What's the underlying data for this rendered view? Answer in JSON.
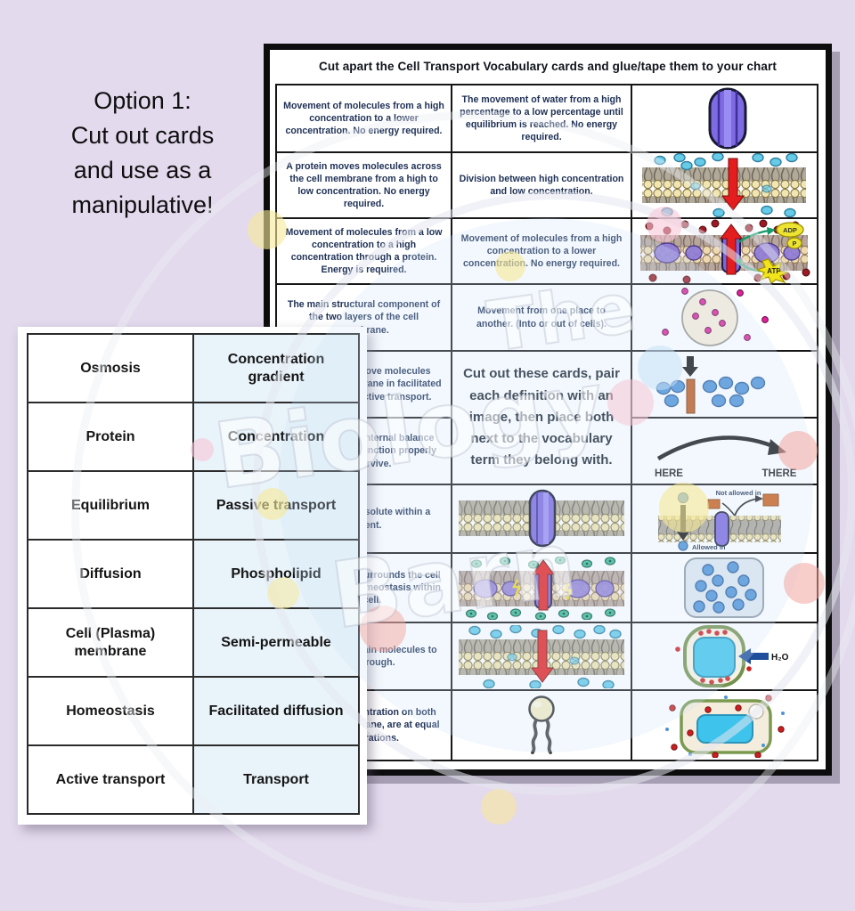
{
  "option_note": {
    "lines": [
      "Option 1:",
      "Cut out cards",
      "and use as a",
      "manipulative!"
    ]
  },
  "sheet": {
    "title": "Cut apart the Cell Transport Vocabulary cards and glue/tape them to your chart",
    "center_note": "Cut out these cards, pair each definition with an image, then place both next to the vocabulary term they belong with.",
    "rows": [
      {
        "left": "Movement of molecules from a high concentration to a lower concentration.  No energy required.",
        "middle": "The movement of water from a high percentage to a low percentage until equilibrium is reached.  No energy required.",
        "right_image": "protein-channel"
      },
      {
        "left": "A protein moves molecules across the cell membrane from a high to low concentration. No energy required.",
        "middle": "Division between high concentration and low concentration.",
        "right_image": "membrane-diffusion-down"
      },
      {
        "left": "Movement of molecules from a low concentration to a high concentration through a protein. Energy is required.",
        "middle": "Movement of molecules from a high concentration to a lower concentration.  No energy required.",
        "right_image": "active-transport-atp"
      },
      {
        "left": "The main structural component of the two layers of the cell membrane.",
        "middle": "Movement from one place to another.  (Into or out of cells).",
        "right_image": "cell-with-particles"
      },
      {
        "left": "Proteins that move molecules across the membrane in facilitated diffusion and active transport.",
        "middle": "(center note spans rows 5-6)",
        "right_image": "concentration-bar"
      },
      {
        "left": "Maintaining an internal balance inside a cell to function properly and survive.",
        "middle": "(center note spans rows 5-6)",
        "right_image": "here-there-arrow"
      },
      {
        "left": "The amount of solute within a solvent.",
        "middle_image": "membrane-with-channel",
        "right_image": "semi-permeable"
      },
      {
        "left": "The barrier that surrounds the cell that maintains homeostasis within the cell.",
        "middle_image": "membrane-pump-up",
        "right_image": "solution-box"
      },
      {
        "left": "Allows only certain molecules to pass through.",
        "middle_image": "membrane-diffusion-down",
        "right_image": "osmosis-cell"
      },
      {
        "left": "When the concentration on both sides of a membrane, are at equal concentrations.",
        "middle_image": "phospholipid",
        "right_image": "plant-cell"
      }
    ]
  },
  "image_labels": {
    "here": "HERE",
    "there": "THERE",
    "h2o": "H₂O",
    "atp": "ATP",
    "adp": "ADP",
    "p": "P",
    "not_allowed": "Not allowed in",
    "allowed": "Allowed in"
  },
  "vocab_card": {
    "rows": [
      {
        "term": "Osmosis",
        "match": "Concentration gradient"
      },
      {
        "term": "Protein",
        "match": "Concentration"
      },
      {
        "term": "Equilibrium",
        "match": "Passive transport"
      },
      {
        "term": "Diffusion",
        "match": "Phospholipid"
      },
      {
        "term": "Cell (Plasma) membrane",
        "match": "Semi-permeable"
      },
      {
        "term": "Homeostasis",
        "match": "Facilitated diffusion"
      },
      {
        "term": "Active transport",
        "match": "Transport"
      }
    ]
  },
  "watermark": {
    "words": [
      "The",
      "Biology",
      "Barn"
    ]
  },
  "colors": {
    "background_lavender": "#e4daee",
    "sheet_border": "#0d0d0d",
    "definition_text": "#1e3055",
    "card_blue": "#e9f3fa",
    "protein_purple": "#7b66dd",
    "arrow_red": "#e41e1e",
    "molecule_cyan": "#66cbe8",
    "molecule_blue": "#4d92d8",
    "atp_yellow": "#f2e41c",
    "bar_orange": "#c05a1e"
  }
}
